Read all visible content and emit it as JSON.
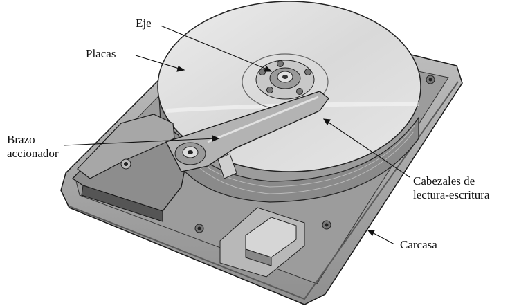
{
  "labels": {
    "spindle": "Eje",
    "platters": "Placas",
    "actuator_arm": [
      "Brazo",
      "accionador"
    ],
    "read_write_heads": [
      "Cabezales de",
      "lectura-escritura"
    ],
    "casing": "Carcasa"
  },
  "colors": {
    "casing": "#a9a9a9",
    "casing_dark": "#6e6e6e",
    "platter": "#dcdcdc",
    "platter_edge": "#8a8a8a",
    "arm": "#b3b3b3",
    "outline": "#1a1a1a"
  }
}
